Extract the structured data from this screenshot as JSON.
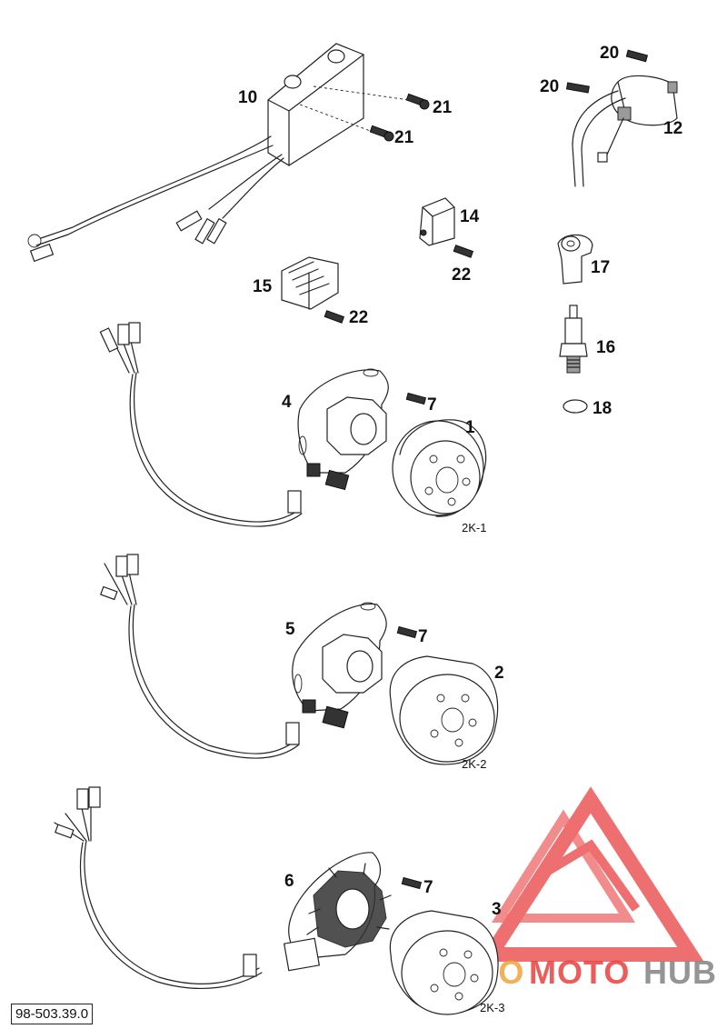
{
  "diagram": {
    "reference_code": "98-503.39.0",
    "callouts": {
      "c10": "10",
      "c21a": "21",
      "c21b": "21",
      "c20a": "20",
      "c20b": "20",
      "c12": "12",
      "c14": "14",
      "c22a": "22",
      "c15": "15",
      "c22b": "22",
      "c17": "17",
      "c16": "16",
      "c18": "18",
      "c4": "4",
      "c7a": "7",
      "c1": "1",
      "c5": "5",
      "c7b": "7",
      "c2": "2",
      "c6": "6",
      "c7c": "7",
      "c3": "3"
    },
    "variant_labels": {
      "v1": "2K-1",
      "v2": "2K-2",
      "v3": "2K-3"
    }
  },
  "watermark": {
    "word_part1": "AUTO",
    "word_part2": "MOTO",
    "word_part3": "HUB",
    "colors": {
      "red": "#e8403f",
      "orange": "#f2a33a",
      "gray": "#8a8a8a"
    }
  }
}
